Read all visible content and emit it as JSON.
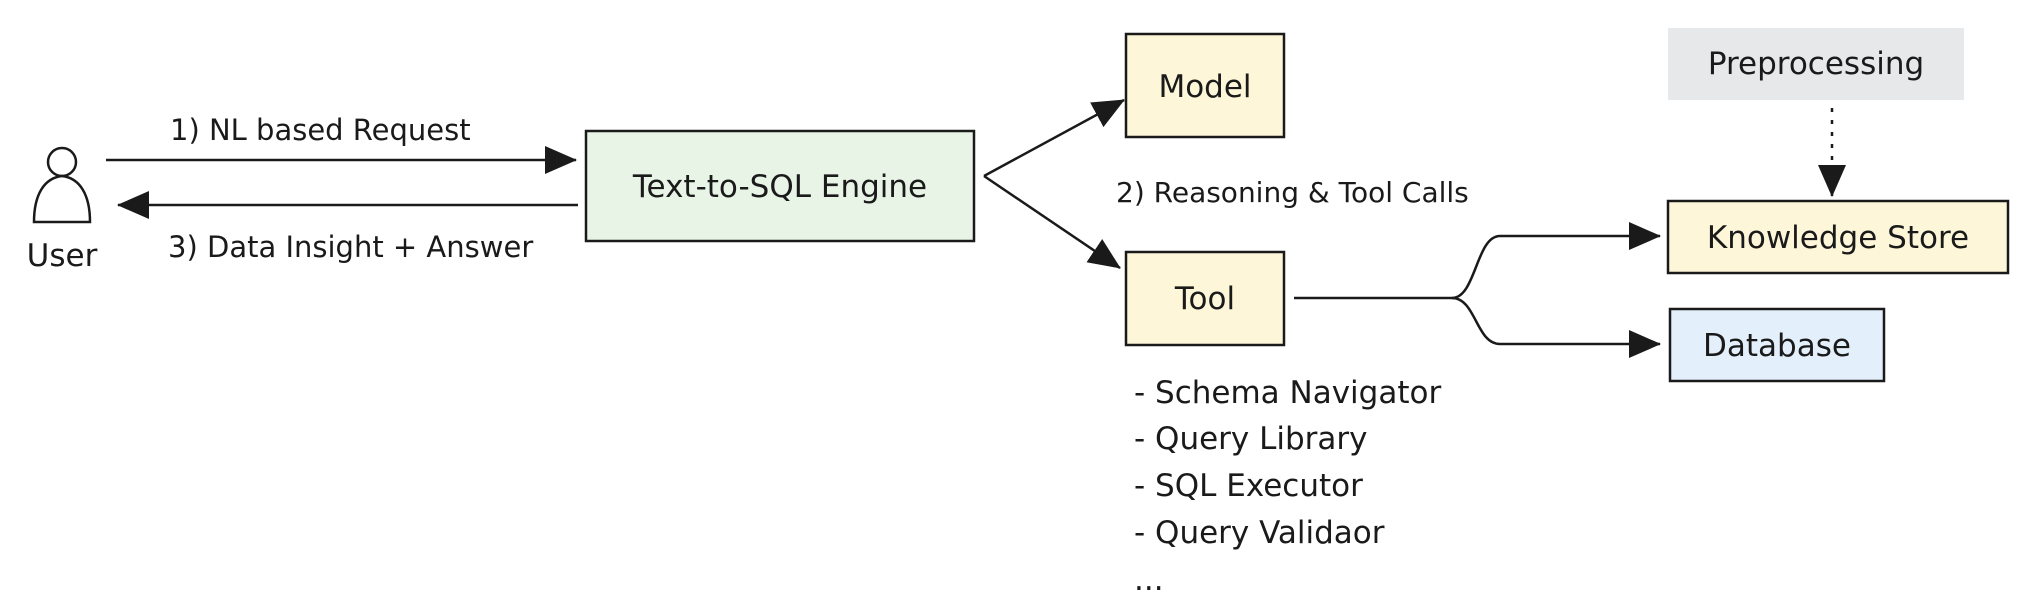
{
  "user": {
    "label": "User"
  },
  "arrows": {
    "request_label": "1) NL based Request",
    "answer_label": "3) Data Insight + Answer",
    "reasoning_label": "2) Reasoning & Tool Calls"
  },
  "nodes": {
    "engine": {
      "label": "Text-to-SQL Engine",
      "fill": "#e8f5e6"
    },
    "model": {
      "label": "Model",
      "fill": "#fdf6d8"
    },
    "tool": {
      "label": "Tool",
      "fill": "#fdf6d8"
    },
    "preprocessing": {
      "label": "Preprocessing",
      "fill": "#e6e8ea"
    },
    "knowledge_store": {
      "label": "Knowledge Store",
      "fill": "#fdf6d8"
    },
    "database": {
      "label": "Database",
      "fill": "#e3f0fb"
    }
  },
  "tool_list": {
    "items": [
      "- Schema Navigator",
      "- Query Library",
      "- SQL Executor",
      "- Query Validaor",
      "..."
    ]
  },
  "colors": {
    "stroke": "#1a1a1a",
    "text": "#1a1a1a"
  }
}
